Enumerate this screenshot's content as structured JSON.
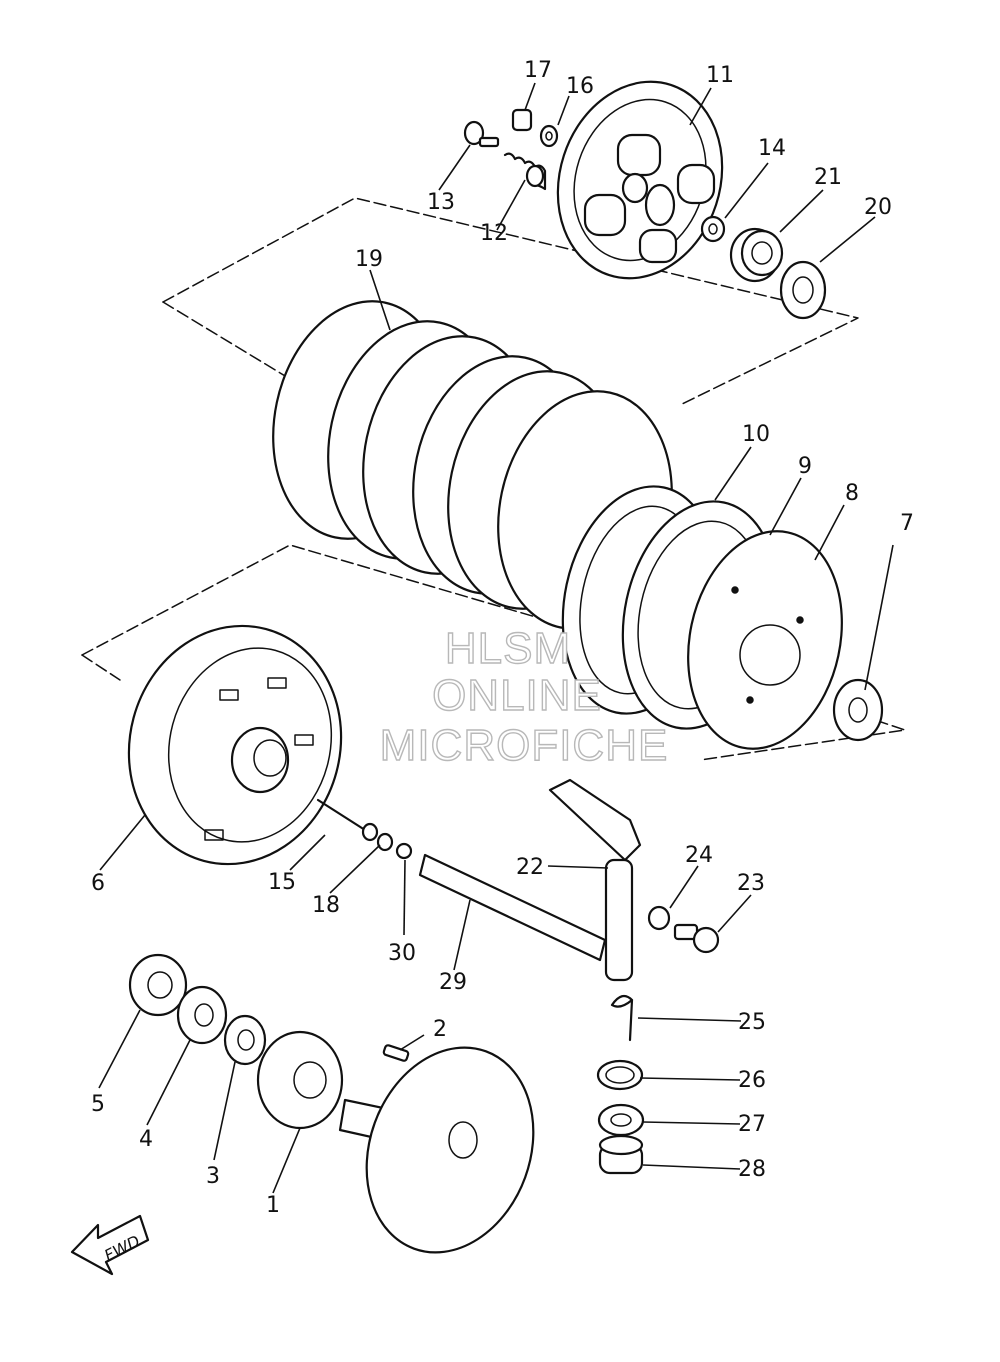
{
  "callouts": [
    {
      "id": "1",
      "text": "1"
    },
    {
      "id": "2",
      "text": "2"
    },
    {
      "id": "3",
      "text": "3"
    },
    {
      "id": "4",
      "text": "4"
    },
    {
      "id": "5",
      "text": "5"
    },
    {
      "id": "6",
      "text": "6"
    },
    {
      "id": "7",
      "text": "7"
    },
    {
      "id": "8",
      "text": "8"
    },
    {
      "id": "9",
      "text": "9"
    },
    {
      "id": "10",
      "text": "10"
    },
    {
      "id": "11",
      "text": "11"
    },
    {
      "id": "12",
      "text": "12"
    },
    {
      "id": "13",
      "text": "13"
    },
    {
      "id": "14",
      "text": "14"
    },
    {
      "id": "15",
      "text": "15"
    },
    {
      "id": "16",
      "text": "16"
    },
    {
      "id": "17",
      "text": "17"
    },
    {
      "id": "18",
      "text": "18"
    },
    {
      "id": "19",
      "text": "19"
    },
    {
      "id": "20",
      "text": "20"
    },
    {
      "id": "21",
      "text": "21"
    },
    {
      "id": "22",
      "text": "22"
    },
    {
      "id": "23",
      "text": "23"
    },
    {
      "id": "24",
      "text": "24"
    },
    {
      "id": "25",
      "text": "25"
    },
    {
      "id": "26",
      "text": "26"
    },
    {
      "id": "27",
      "text": "27"
    },
    {
      "id": "28",
      "text": "28"
    },
    {
      "id": "29",
      "text": "29"
    },
    {
      "id": "30",
      "text": "30"
    }
  ],
  "fwd_label": "FWD",
  "watermark": {
    "line1": "HLSM",
    "line2": "ONLINE",
    "line3": "MICROFICHE"
  }
}
